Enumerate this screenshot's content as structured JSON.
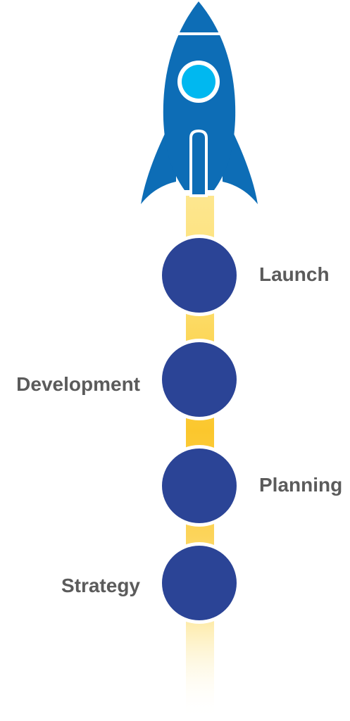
{
  "colors": {
    "rocket_body": "#0d6db6",
    "rocket_window": "#00b8f0",
    "trail_yellow": "#fbc72d",
    "trail_light": "#fde68f",
    "milestone_fill": "#2b4496",
    "label_text": "#5b5b5b"
  },
  "icons": {
    "rocket": "rocket-icon"
  },
  "milestones": [
    {
      "label": "Launch",
      "side": "right"
    },
    {
      "label": "Development",
      "side": "left"
    },
    {
      "label": "Planning",
      "side": "right"
    },
    {
      "label": "Strategy",
      "side": "left"
    }
  ]
}
